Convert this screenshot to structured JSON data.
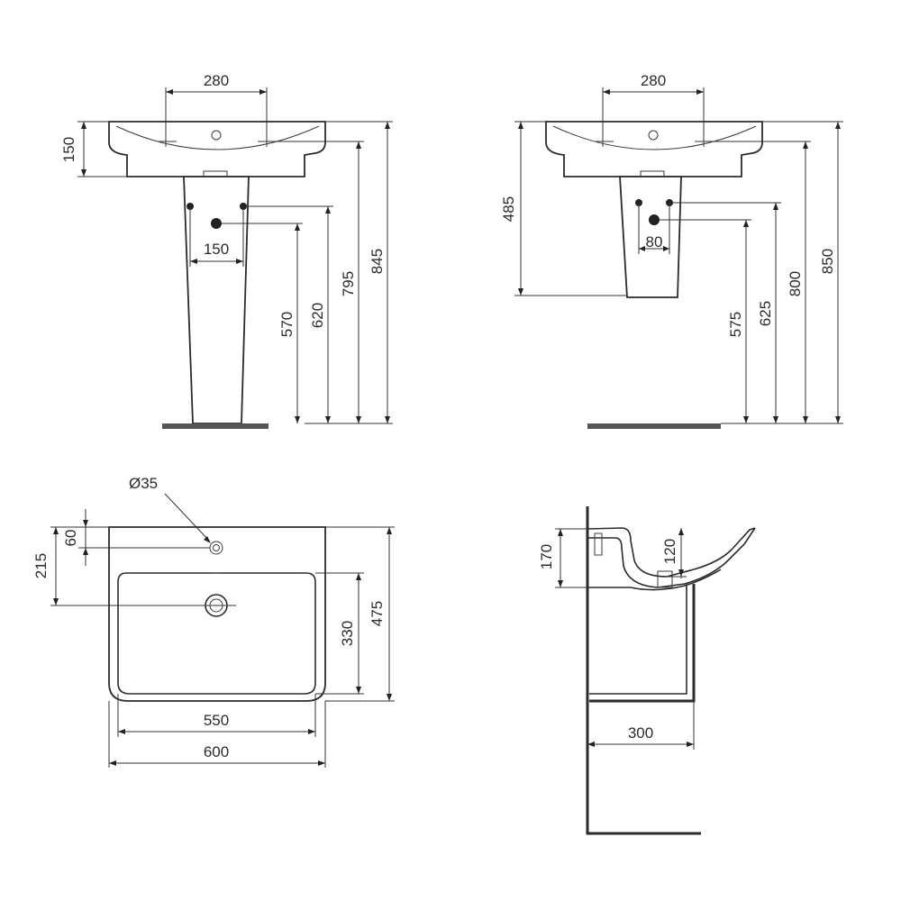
{
  "diagram": {
    "views": {
      "front_pedestal": {
        "tap_spacing": "280",
        "basin_height": "150",
        "waste_spacing": "150",
        "waste_height": "570",
        "supply_height": "620",
        "rim_height": "795",
        "overall_height": "845"
      },
      "front_semi_pedestal": {
        "tap_spacing": "280",
        "shroud_drop": "485",
        "waste_spacing": "80",
        "waste_height": "575",
        "supply_height": "625",
        "rim_height": "800",
        "overall_height": "850"
      },
      "plan": {
        "tap_hole_diameter": "Ø35",
        "tap_hole_offset": "60",
        "waste_offset": "215",
        "bowl_depth": "330",
        "overall_depth": "475",
        "bowl_width": "550",
        "overall_width": "600"
      },
      "side_section": {
        "basin_height": "170",
        "overflow_height": "120",
        "projection": "300"
      }
    }
  }
}
